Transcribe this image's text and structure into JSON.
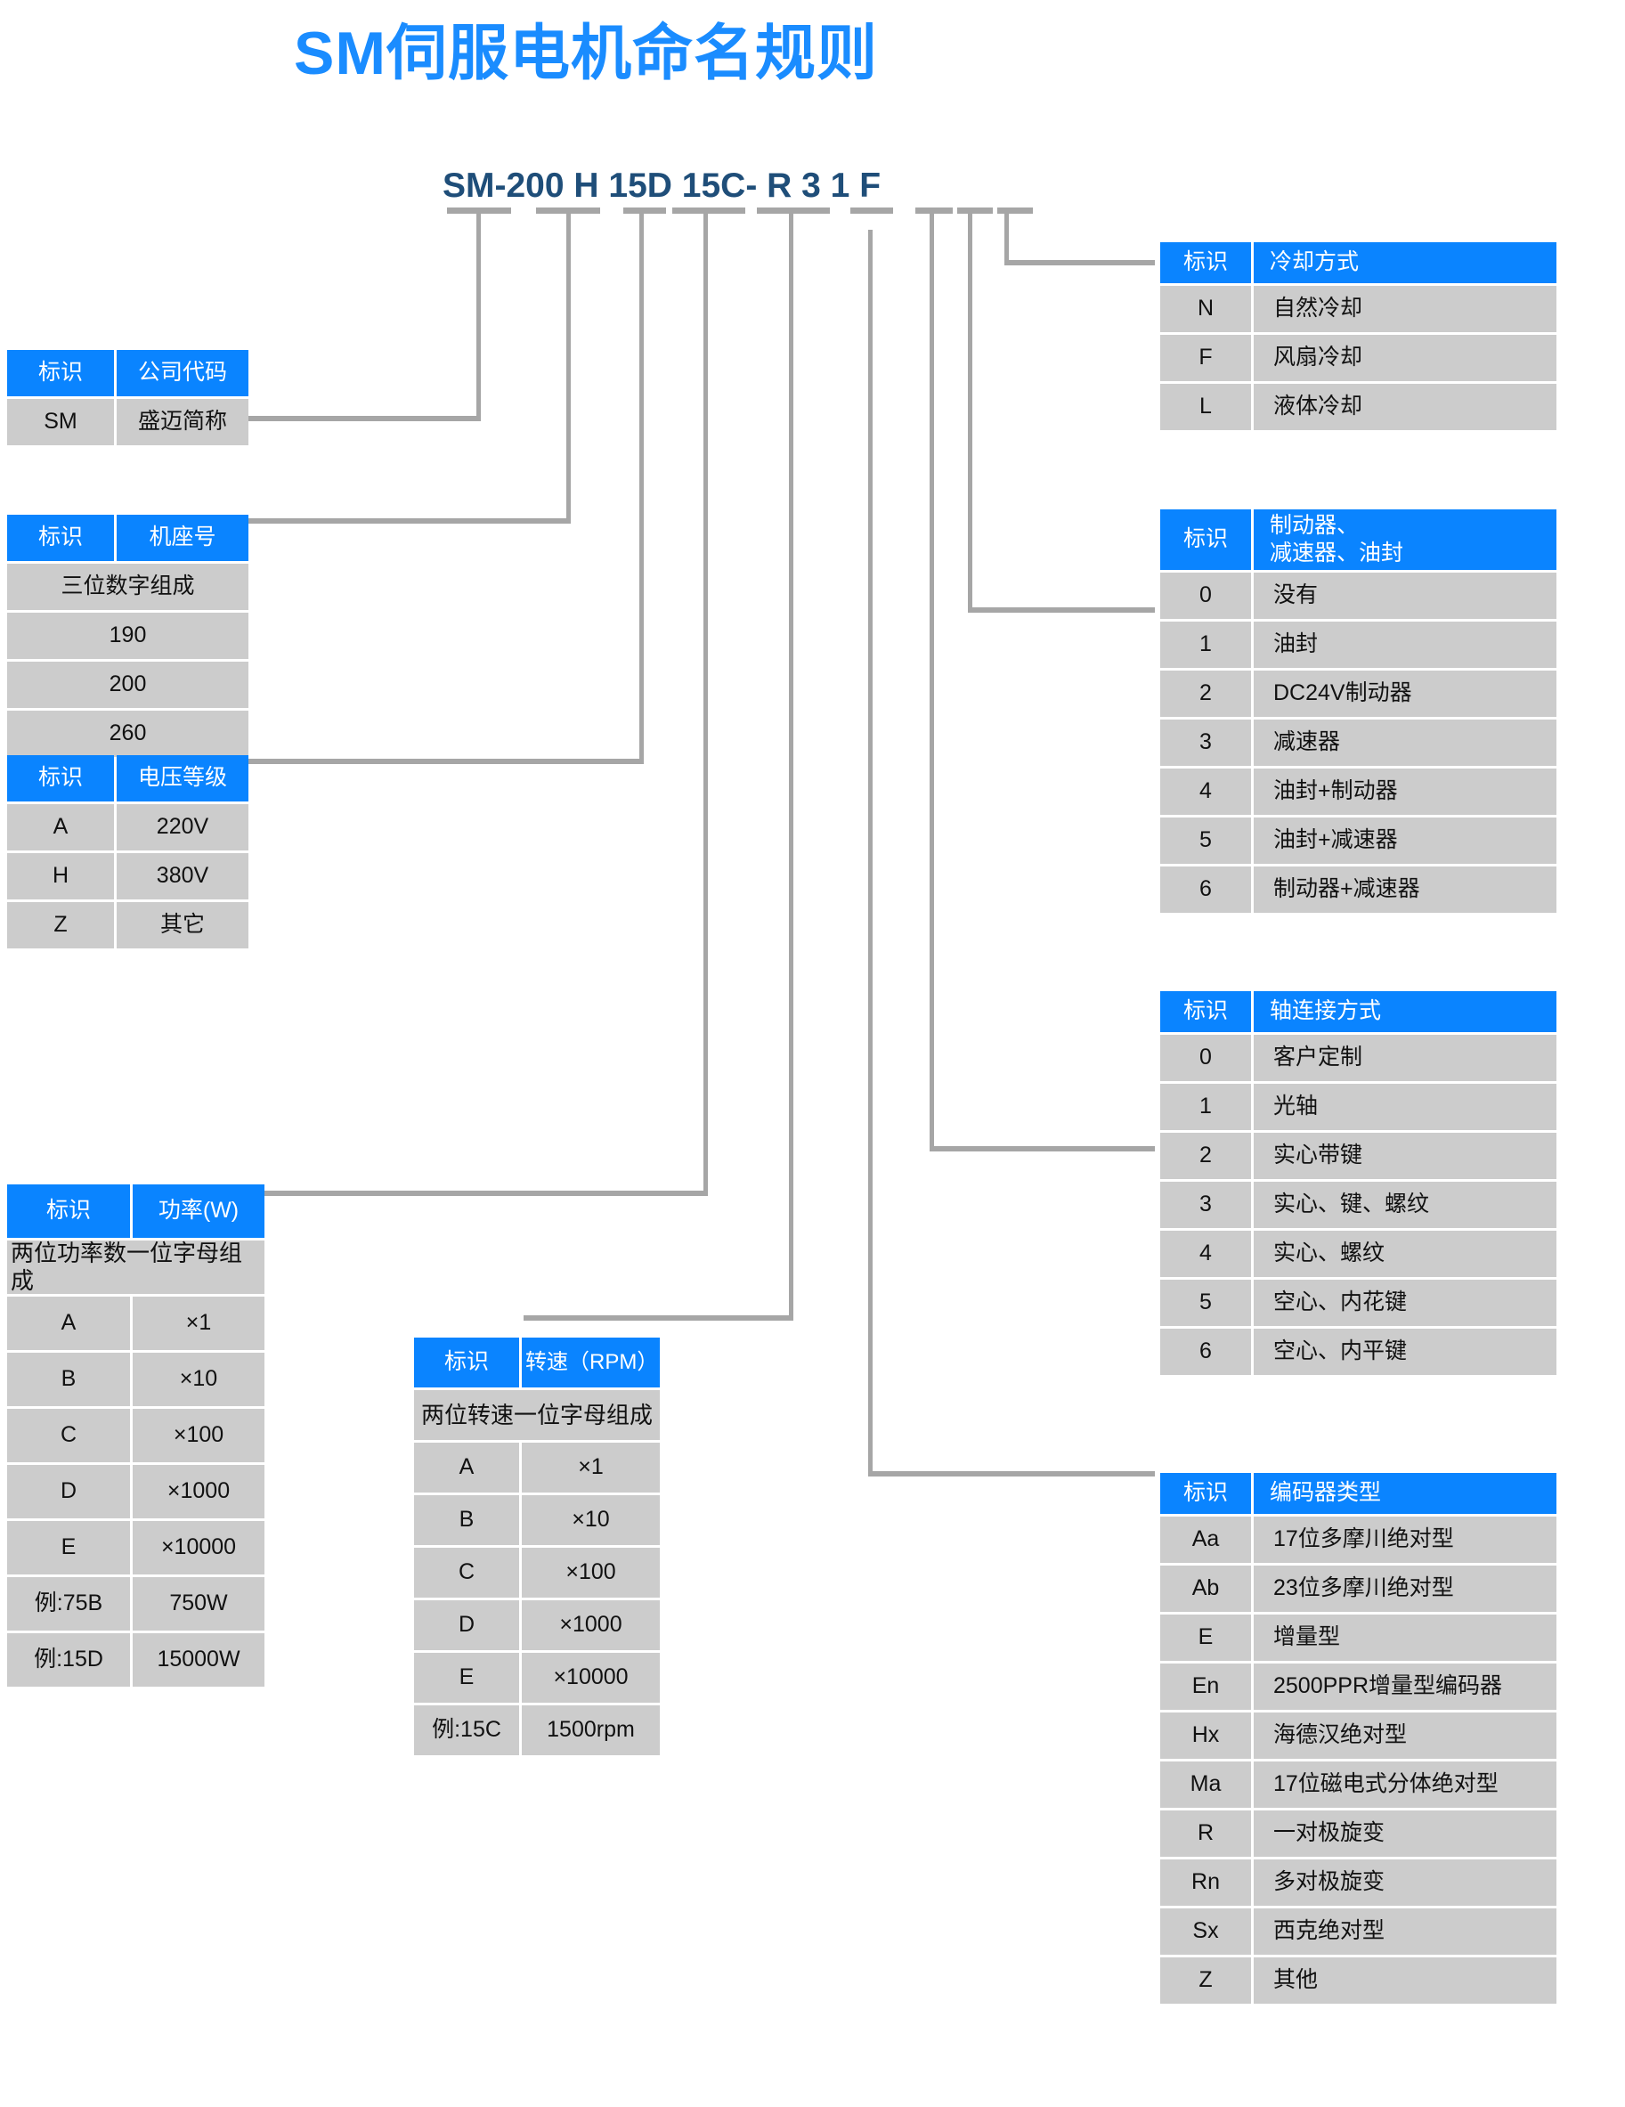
{
  "title": "SM伺服电机命名规则",
  "model_code": "SM-200 H 15D 15C- R  3 1 F",
  "colors": {
    "accent_blue": "#0a84ff",
    "title_blue": "#1a8cff",
    "code_navy": "#1f4e79",
    "cell_gray": "#cccccc",
    "line_gray": "#a6a6a6"
  },
  "tables": {
    "company_code": {
      "header": {
        "code": "标识",
        "desc": "公司代码"
      },
      "rows": [
        {
          "code": "SM",
          "desc": "盛迈简称"
        }
      ]
    },
    "frame_number": {
      "header": {
        "code": "标识",
        "desc": "机座号"
      },
      "note": "三位数字组成",
      "rows": [
        {
          "value": "190"
        },
        {
          "value": "200"
        },
        {
          "value": "260"
        }
      ]
    },
    "voltage_class": {
      "header": {
        "code": "标识",
        "desc": "电压等级"
      },
      "rows": [
        {
          "code": "A",
          "desc": "220V"
        },
        {
          "code": "H",
          "desc": "380V"
        },
        {
          "code": "Z",
          "desc": "其它"
        }
      ]
    },
    "power": {
      "header": {
        "code": "标识",
        "desc": "功率(W)"
      },
      "note": "两位功率数一位字母组成",
      "rows": [
        {
          "code": "A",
          "desc": "×1"
        },
        {
          "code": "B",
          "desc": "×10"
        },
        {
          "code": "C",
          "desc": "×100"
        },
        {
          "code": "D",
          "desc": "×1000"
        },
        {
          "code": "E",
          "desc": "×10000"
        },
        {
          "code": "例:75B",
          "desc": "750W"
        },
        {
          "code": "例:15D",
          "desc": "15000W"
        }
      ]
    },
    "speed": {
      "header": {
        "code": "标识",
        "desc": "转速（RPM）"
      },
      "note": "两位转速一位字母组成",
      "rows": [
        {
          "code": "A",
          "desc": "×1"
        },
        {
          "code": "B",
          "desc": "×10"
        },
        {
          "code": "C",
          "desc": "×100"
        },
        {
          "code": "D",
          "desc": "×1000"
        },
        {
          "code": "E",
          "desc": "×10000"
        },
        {
          "code": "例:15C",
          "desc": "1500rpm"
        }
      ]
    },
    "cooling": {
      "header": {
        "code": "标识",
        "desc": "冷却方式"
      },
      "rows": [
        {
          "code": "N",
          "desc": "自然冷却"
        },
        {
          "code": "F",
          "desc": "风扇冷却"
        },
        {
          "code": "L",
          "desc": "液体冷却"
        }
      ]
    },
    "brake_reducer_seal": {
      "header": {
        "code": "标识",
        "desc": "制动器、\n减速器、油封"
      },
      "rows": [
        {
          "code": "0",
          "desc": "没有"
        },
        {
          "code": "1",
          "desc": "油封"
        },
        {
          "code": "2",
          "desc": "DC24V制动器"
        },
        {
          "code": "3",
          "desc": "减速器"
        },
        {
          "code": "4",
          "desc": "油封+制动器"
        },
        {
          "code": "5",
          "desc": "油封+减速器"
        },
        {
          "code": "6",
          "desc": "制动器+减速器"
        }
      ]
    },
    "shaft_connection": {
      "header": {
        "code": "标识",
        "desc": "轴连接方式"
      },
      "rows": [
        {
          "code": "0",
          "desc": "客户定制"
        },
        {
          "code": "1",
          "desc": "光轴"
        },
        {
          "code": "2",
          "desc": "实心带键"
        },
        {
          "code": "3",
          "desc": "实心、键、螺纹"
        },
        {
          "code": "4",
          "desc": "实心、螺纹"
        },
        {
          "code": "5",
          "desc": "空心、内花键"
        },
        {
          "code": "6",
          "desc": "空心、内平键"
        }
      ]
    },
    "encoder_type": {
      "header": {
        "code": "标识",
        "desc": "编码器类型"
      },
      "rows": [
        {
          "code": "Aa",
          "desc": "17位多摩川绝对型"
        },
        {
          "code": "Ab",
          "desc": "23位多摩川绝对型"
        },
        {
          "code": "E",
          "desc": "增量型"
        },
        {
          "code": "En",
          "desc": "2500PPR增量型编码器"
        },
        {
          "code": "Hx",
          "desc": "海德汉绝对型"
        },
        {
          "code": "Ma",
          "desc": "17位磁电式分体绝对型"
        },
        {
          "code": "R",
          "desc": "一对极旋变"
        },
        {
          "code": "Rn",
          "desc": "多对极旋变"
        },
        {
          "code": "Sx",
          "desc": "西克绝对型"
        },
        {
          "code": "Z",
          "desc": "其他"
        }
      ]
    }
  }
}
